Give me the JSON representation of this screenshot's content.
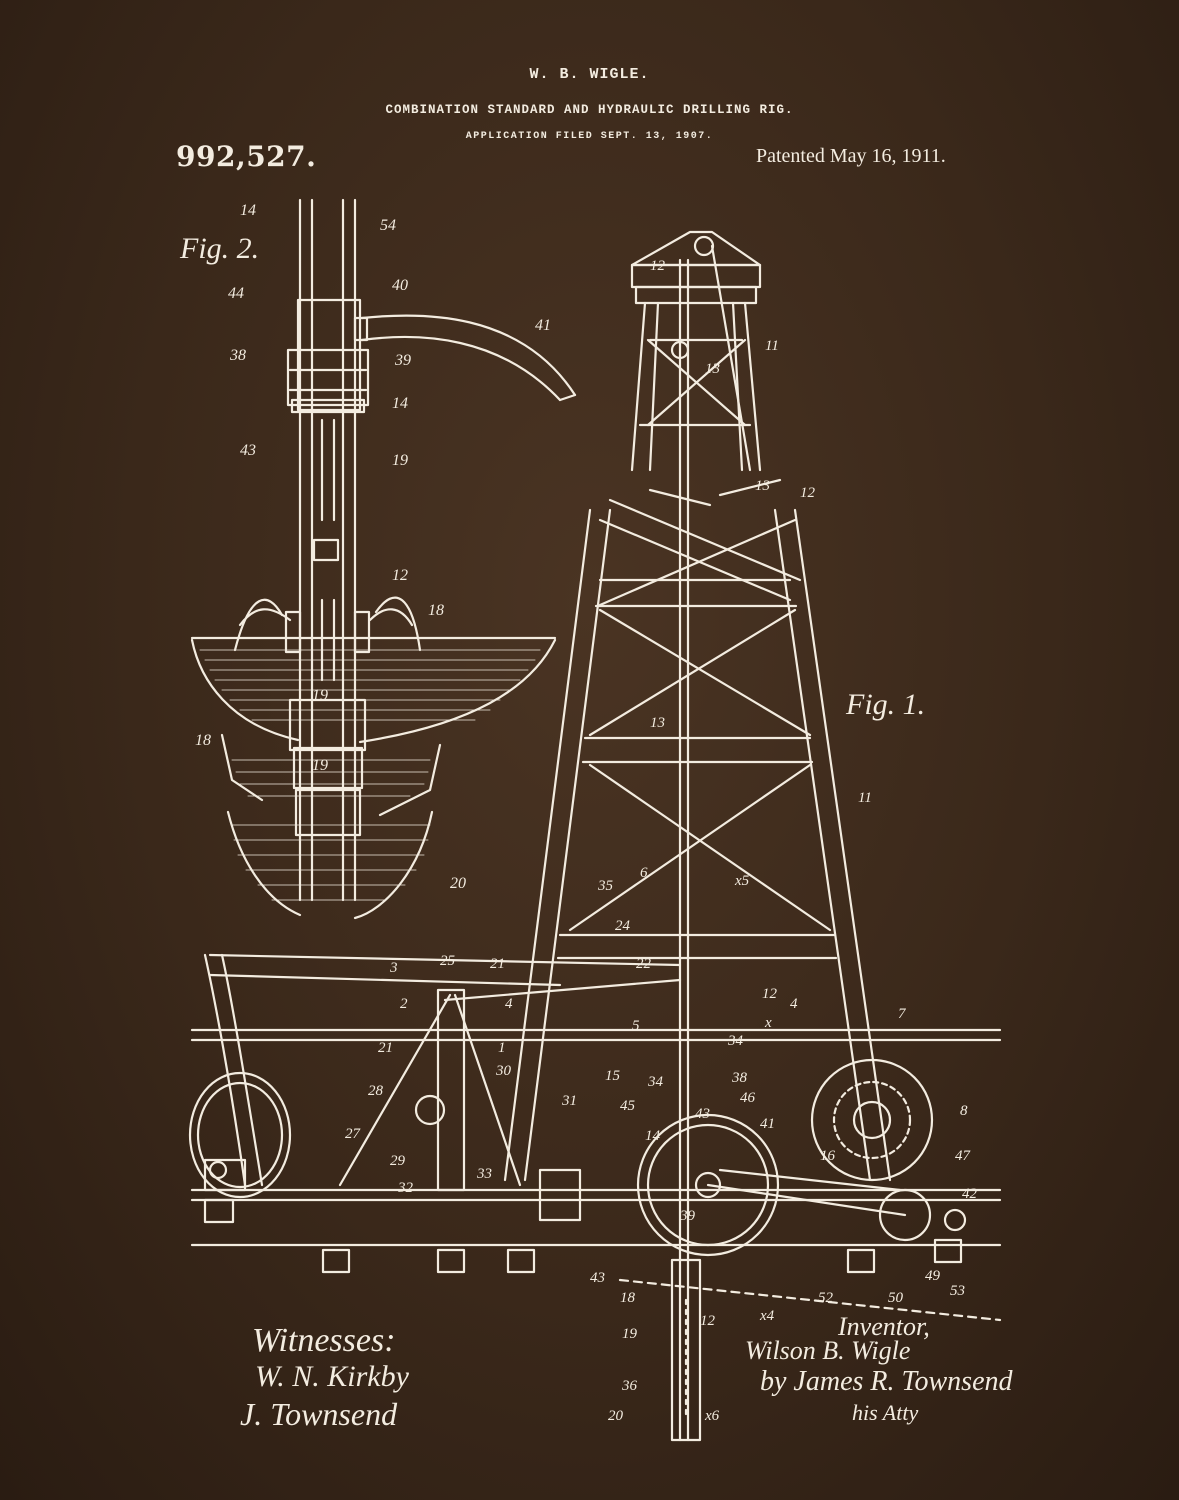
{
  "header": {
    "inventor_name": "W. B. WIGLE.",
    "title": "COMBINATION STANDARD AND HYDRAULIC DRILLING RIG.",
    "application_filed": "APPLICATION FILED SEPT. 13, 1907.",
    "patent_number": "992,527.",
    "patent_date": "Patented May 16, 1911."
  },
  "figures": {
    "fig2": "Fig. 2.",
    "fig1": "Fig. 1."
  },
  "fig2_labels": [
    "14",
    "54",
    "44",
    "40",
    "41",
    "38",
    "39",
    "14",
    "43",
    "19",
    "12",
    "18",
    "19",
    "18",
    "19",
    "20"
  ],
  "fig1_labels": [
    "12",
    "13",
    "11",
    "13",
    "12",
    "13",
    "11",
    "6",
    "35",
    "x5",
    "24",
    "22",
    "12",
    "5",
    "34",
    "4",
    "x",
    "7",
    "15",
    "34",
    "38",
    "8",
    "45",
    "46",
    "41",
    "31",
    "43",
    "14",
    "16",
    "47",
    "33",
    "39",
    "42",
    "3",
    "25",
    "21",
    "2",
    "4",
    "1",
    "21",
    "30",
    "28",
    "27",
    "29",
    "32",
    "43",
    "18",
    "19",
    "12",
    "52",
    "50",
    "49",
    "53",
    "x4",
    "36",
    "20",
    "x6"
  ],
  "signatures": {
    "witnesses_label": "Witnesses:",
    "witness_1": "W. N. Kirkby",
    "witness_2": "J. Townsend",
    "inventor_label": "Inventor,",
    "inventor_name": "Wilson B. Wigle",
    "attorney": "by James R. Townsend",
    "attorney_title": "his Atty"
  },
  "colors": {
    "background": "#3a281a",
    "ink": "#f3ece0"
  }
}
